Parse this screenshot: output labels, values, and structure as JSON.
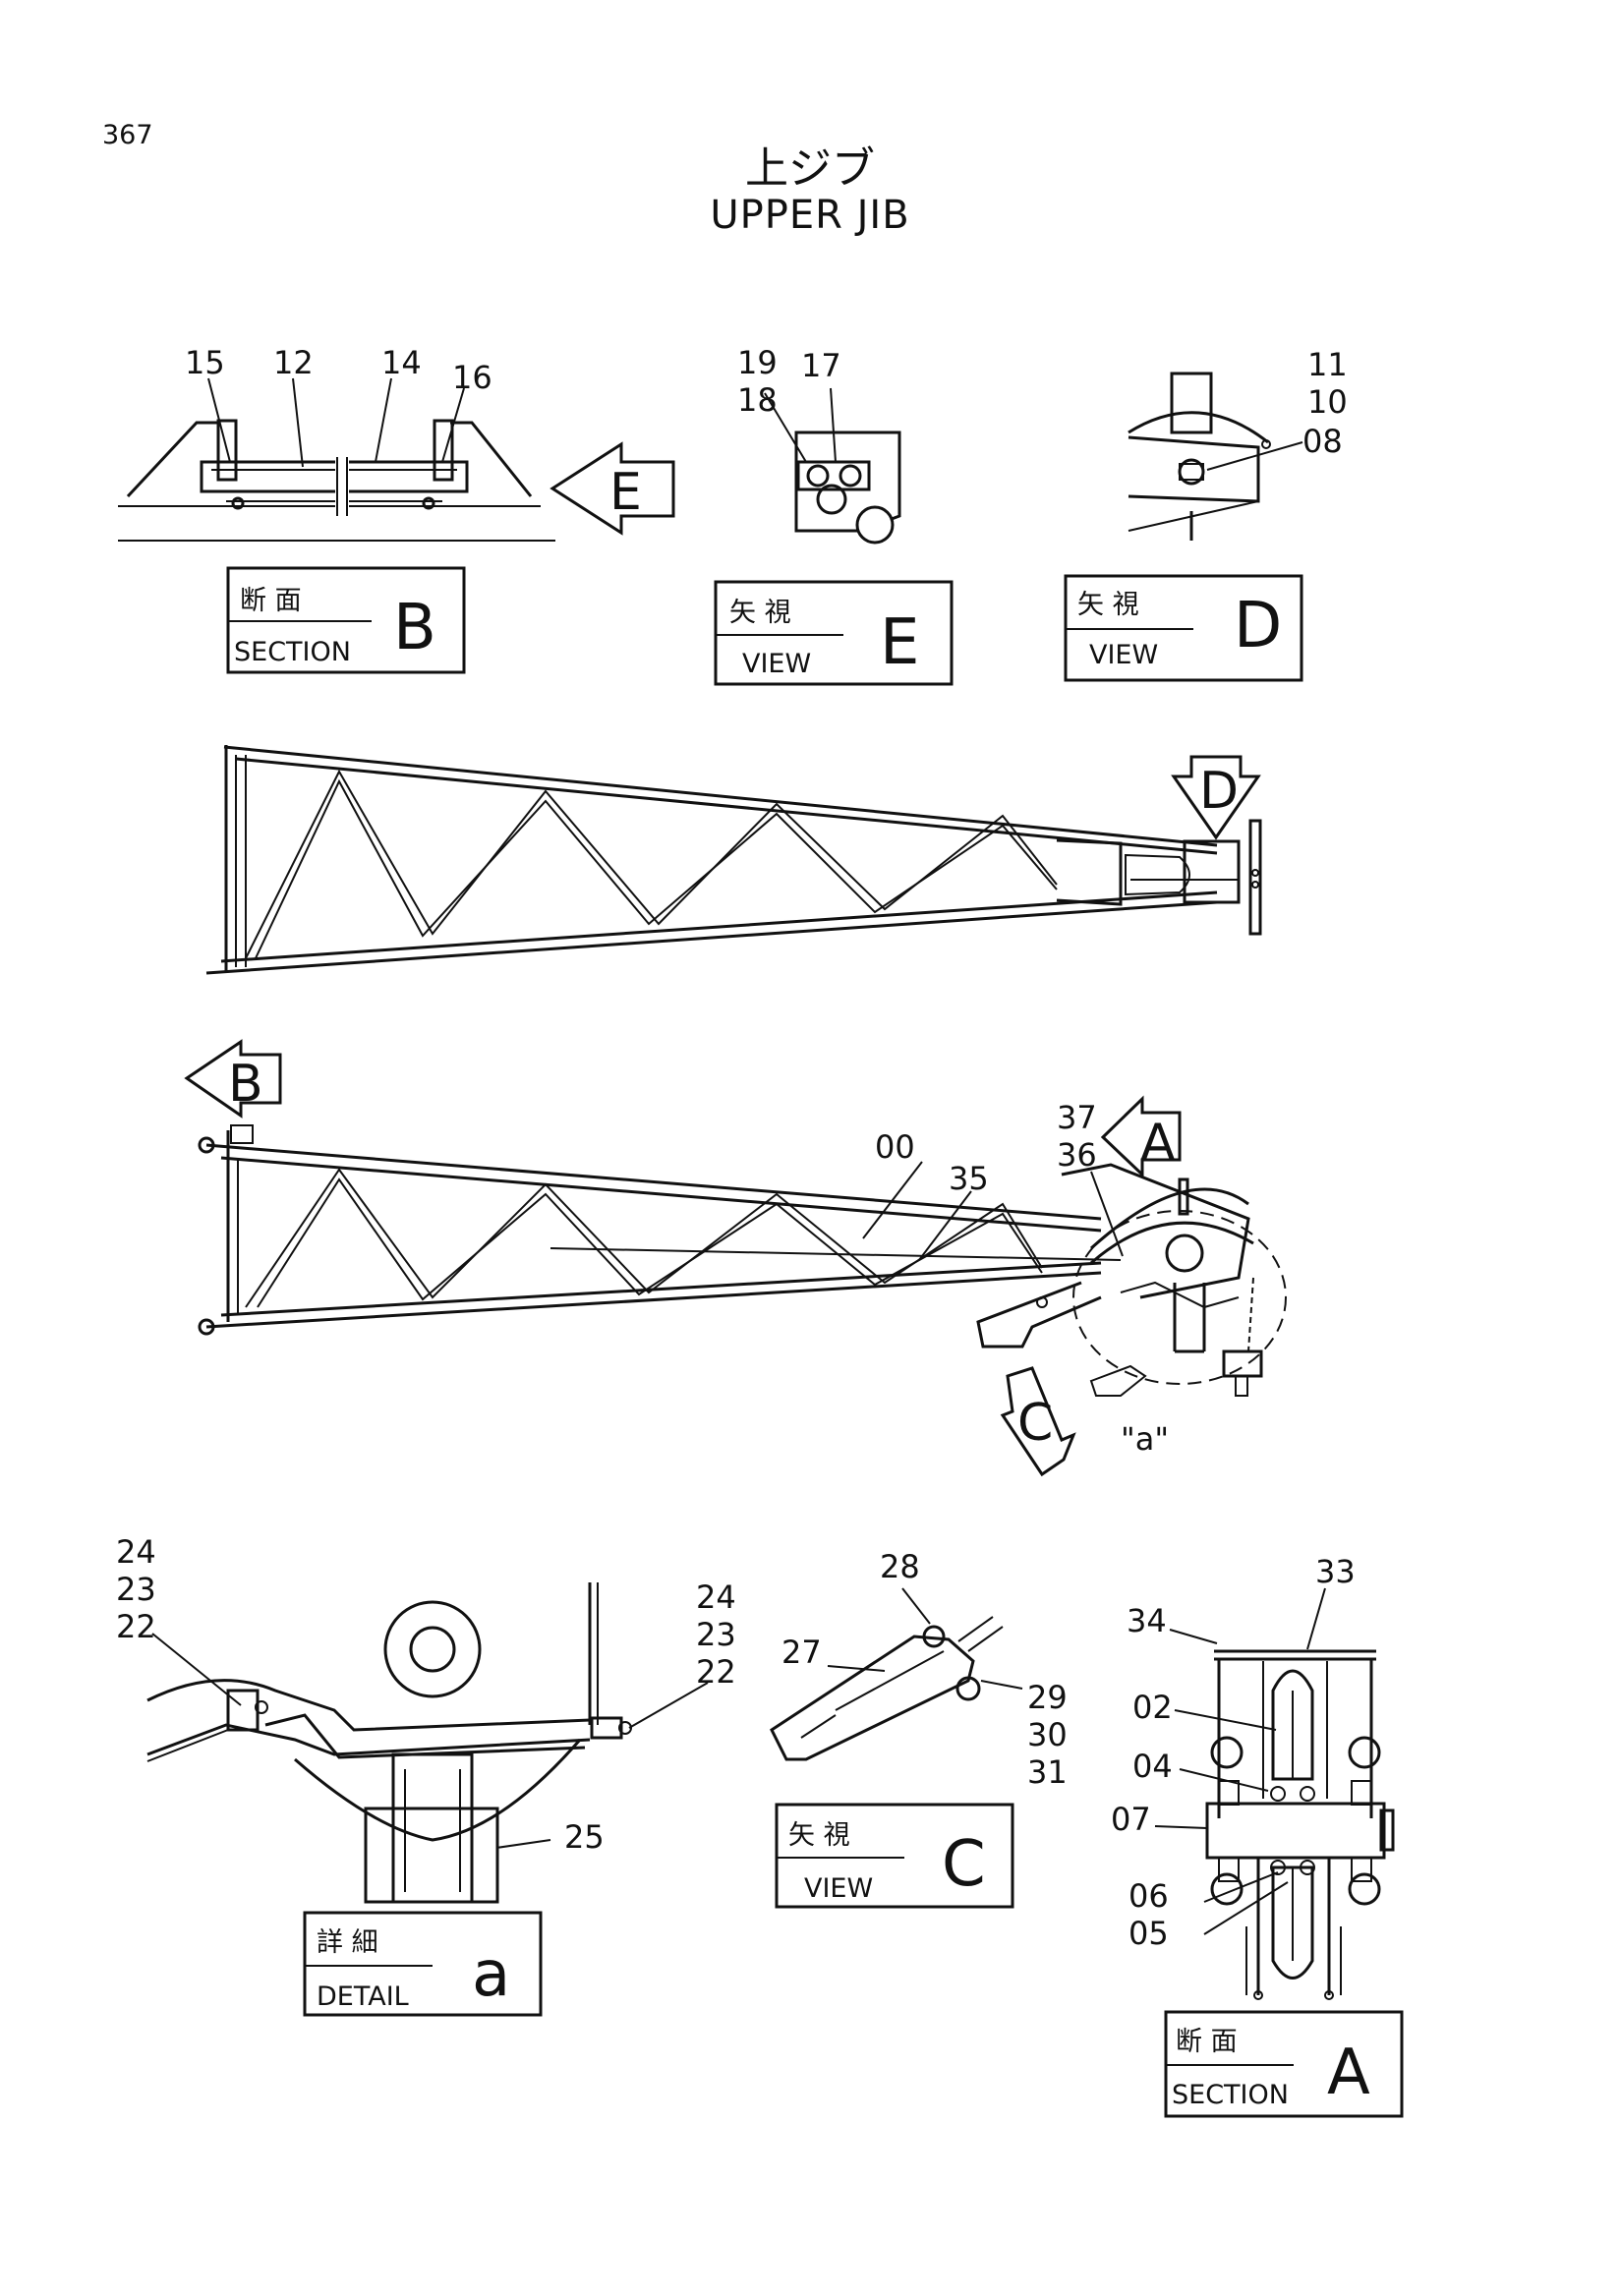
{
  "page_number": "367",
  "title_jp": "上ジブ",
  "title_en": "UPPER JIB",
  "boxes": {
    "section_b": {
      "jp": "断 面",
      "en": "SECTION",
      "letter": "B"
    },
    "view_e": {
      "jp": "矢 視",
      "en": "VIEW",
      "letter": "E"
    },
    "view_d": {
      "jp": "矢 視",
      "en": "VIEW",
      "letter": "D"
    },
    "detail_a": {
      "jp": "詳 細",
      "en": "DETAIL",
      "letter": "a"
    },
    "view_c": {
      "jp": "矢 視",
      "en": "VIEW",
      "letter": "C"
    },
    "section_a": {
      "jp": "断 面",
      "en": "SECTION",
      "letter": "A"
    }
  },
  "arrows": {
    "e": "E",
    "d": "D",
    "b": "B",
    "a": "A",
    "c": "C"
  },
  "detail_mark": "\"a\"",
  "part_numbers": {
    "p15": "15",
    "p12": "12",
    "p14": "14",
    "p16": "16",
    "p19": "19",
    "p18": "18",
    "p17": "17",
    "p11": "11",
    "p10": "10",
    "p08": "08",
    "p00": "00",
    "p35": "35",
    "p37": "37",
    "p36": "36",
    "p24a": "24",
    "p23a": "23",
    "p22a": "22",
    "p24b": "24",
    "p23b": "23",
    "p22b": "22",
    "p25": "25",
    "p28": "28",
    "p27": "27",
    "p29": "29",
    "p30": "30",
    "p31": "31",
    "p33": "33",
    "p34": "34",
    "p02": "02",
    "p04": "04",
    "p07": "07",
    "p06": "06",
    "p05": "05"
  }
}
